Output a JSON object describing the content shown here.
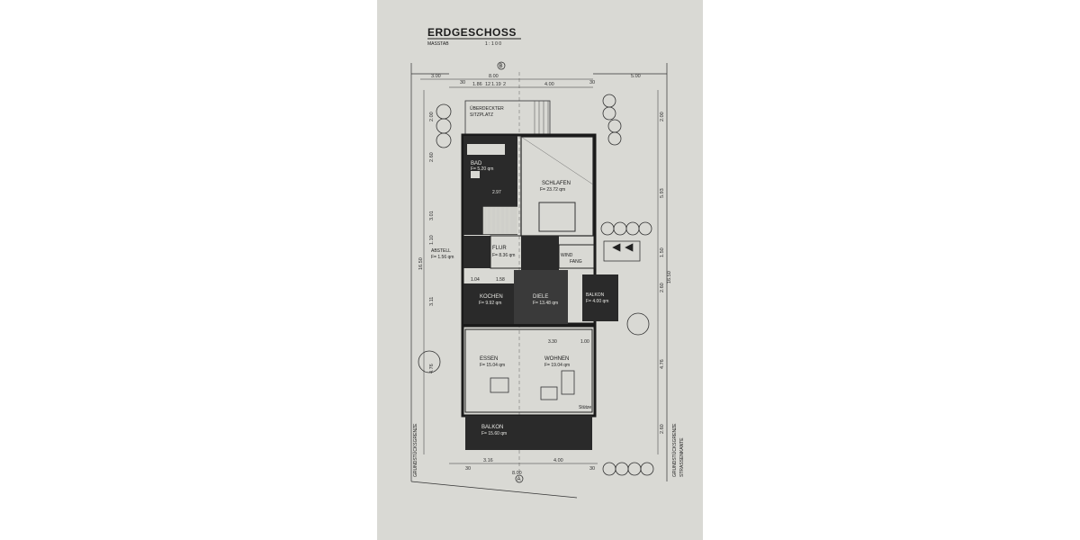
{
  "plan": {
    "title": "ERDGESCHOSS",
    "scale_label": "MASSTAB",
    "scale_value": "1 : 1 0 0",
    "section_top": "B",
    "section_bottom": "A",
    "rooms": {
      "terrace_1": "ÜBERDECKTER",
      "terrace_2": "SITZPLATZ",
      "bad": "BAD",
      "bad_area": "F= 5.20 qm",
      "schlafen": "SCHLAFEN",
      "schlafen_area": "F= 23.72 qm",
      "abstell": "ABSTELL",
      "abstell_area": "F= 1.56 qm",
      "flur": "FLUR",
      "flur_area": "F= 8.36 qm",
      "wind": "WIND",
      "fang": "FANG",
      "kochen": "KOCHEN",
      "kochen_area": "F= 9.92 qm",
      "diele": "DIELE",
      "diele_area": "F= 13.48 qm",
      "balkon_small": "BALKON",
      "balkon_small_area": "F= 4.00 qm",
      "essen": "ESSEN",
      "essen_area": "F= 15.04 qm",
      "wohnen": "WOHNEN",
      "wohnen_area": "F= 19.04 qm",
      "stuetze": "Stütze",
      "balkon": "BALKON",
      "balkon_area": "F= 15.60 qm"
    },
    "dims_top": [
      "3.00",
      "30",
      "8.00",
      "5.00",
      "1.86",
      "12",
      "1.19",
      "2",
      "4.00",
      "30"
    ],
    "dims_left": [
      "2.00",
      "2.60",
      "3.01",
      "1.10",
      "3.11",
      "4.76",
      "16.50"
    ],
    "dims_right": [
      "2.00",
      "5.93",
      "1.50",
      "2.60",
      "4.76",
      "2.60",
      "16.50"
    ],
    "dims_inner": [
      "2.97",
      "1.58",
      "1.04",
      "3.30",
      "1.00"
    ],
    "dims_bottom": [
      "30",
      "3.16",
      "8.00",
      "4.00",
      "30"
    ],
    "boundary_left": "GRUNDSTÜCKSGRENZE",
    "boundary_right_1": "GRUNDSTÜCKSGRENZE",
    "boundary_right_2": "STRASSENKANTE"
  }
}
